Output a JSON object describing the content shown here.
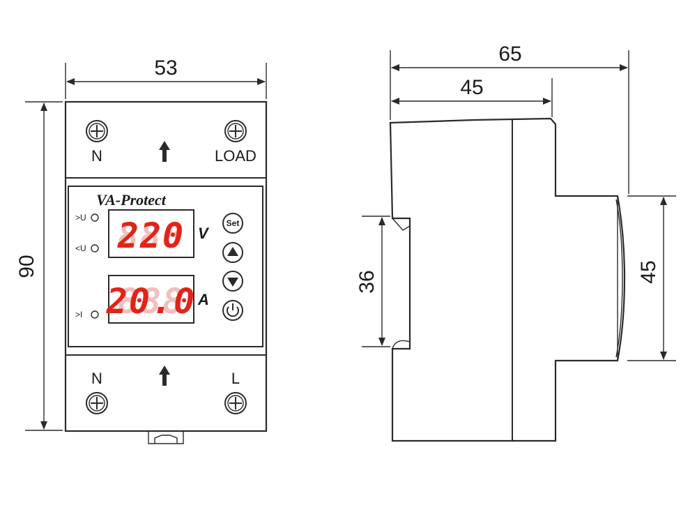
{
  "dimensions": {
    "width_front": "53",
    "height_front": "90",
    "depth_total": "65",
    "depth_body": "45",
    "rail_height": "36",
    "front_height": "45"
  },
  "device": {
    "brand": "VA-Protect",
    "top_left_terminal": "N",
    "top_right_terminal": "LOAD",
    "bottom_left_terminal": "N",
    "bottom_right_terminal": "L",
    "voltage_reading": "220",
    "voltage_unit": "V",
    "current_reading": "20.0",
    "current_unit": "A",
    "ghost_digits": "888",
    "over_voltage_label": ">U",
    "under_voltage_label": "<U",
    "over_current_label": ">I",
    "set_button": "Set",
    "up_icon": "triangle-up-icon",
    "down_icon": "triangle-down-icon",
    "power_icon": "power-icon",
    "flow_arrow_icon": "arrow-up-icon",
    "display_color": "#e2231a"
  }
}
